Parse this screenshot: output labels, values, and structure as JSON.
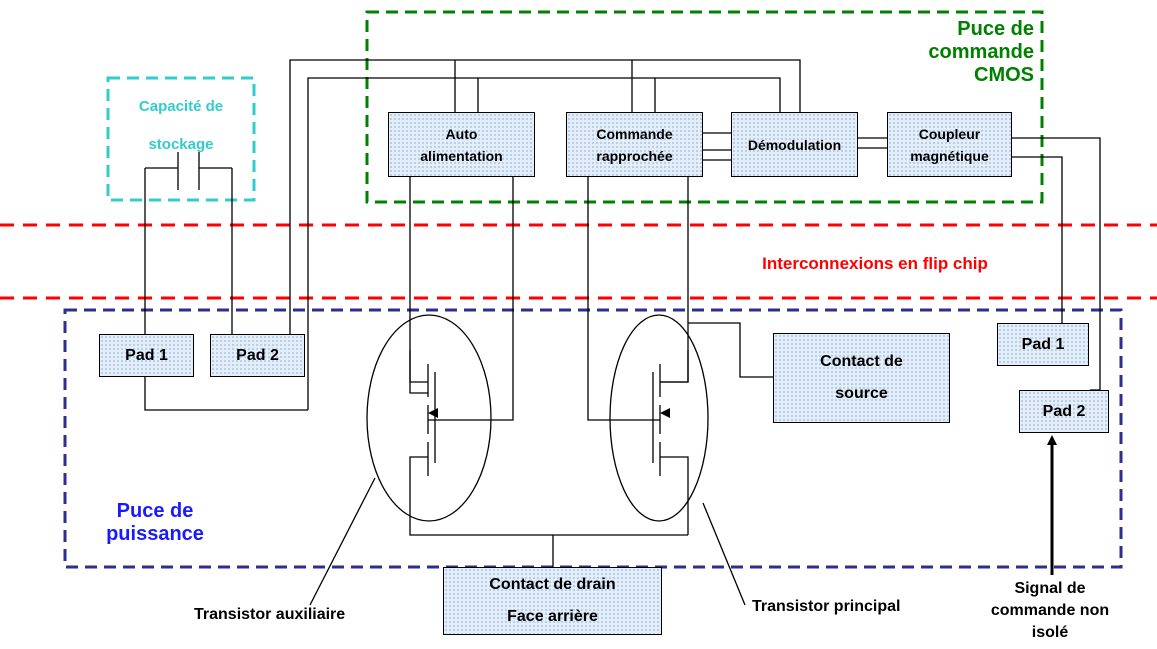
{
  "colors": {
    "cmos_border": "#008000",
    "power_border": "#2e2e8c",
    "capacitor_border": "#33cccc",
    "flipchip_line": "#ff0000",
    "box_fill": "#e4eef9",
    "box_dots": "#a9c3e3",
    "line": "#000000"
  },
  "cmos_chip": {
    "title_line1": "Puce de",
    "title_line2": "commande",
    "title_line3": "CMOS"
  },
  "storage_capacitor": {
    "title_line1": "Capacité de",
    "title_line2": "stockage"
  },
  "flip_chip": {
    "label": "Interconnexions en flip chip"
  },
  "power_chip": {
    "title_line1": "Puce de",
    "title_line2": "puissance"
  },
  "blocks": {
    "auto_supply": {
      "line1": "Auto",
      "line2": "alimentation"
    },
    "close_control": {
      "line1": "Commande",
      "line2": "rapprochée"
    },
    "demodulation": {
      "line1": "Démodulation"
    },
    "magnetic_coupler": {
      "line1": "Coupleur",
      "line2": "magnétique"
    }
  },
  "pads": {
    "left_pad1": "Pad 1",
    "left_pad2": "Pad 2",
    "right_pad1": "Pad 1",
    "right_pad2": "Pad 2"
  },
  "source_contact": {
    "line1": "Contact de",
    "line2": "source"
  },
  "drain_contact": {
    "line1": "Contact de drain",
    "line2": "Face arrière"
  },
  "labels": {
    "aux_transistor": "Transistor auxiliaire",
    "main_transistor": "Transistor principal",
    "signal_line1": "Signal de",
    "signal_line2": "commande non",
    "signal_line3": "isolé"
  }
}
